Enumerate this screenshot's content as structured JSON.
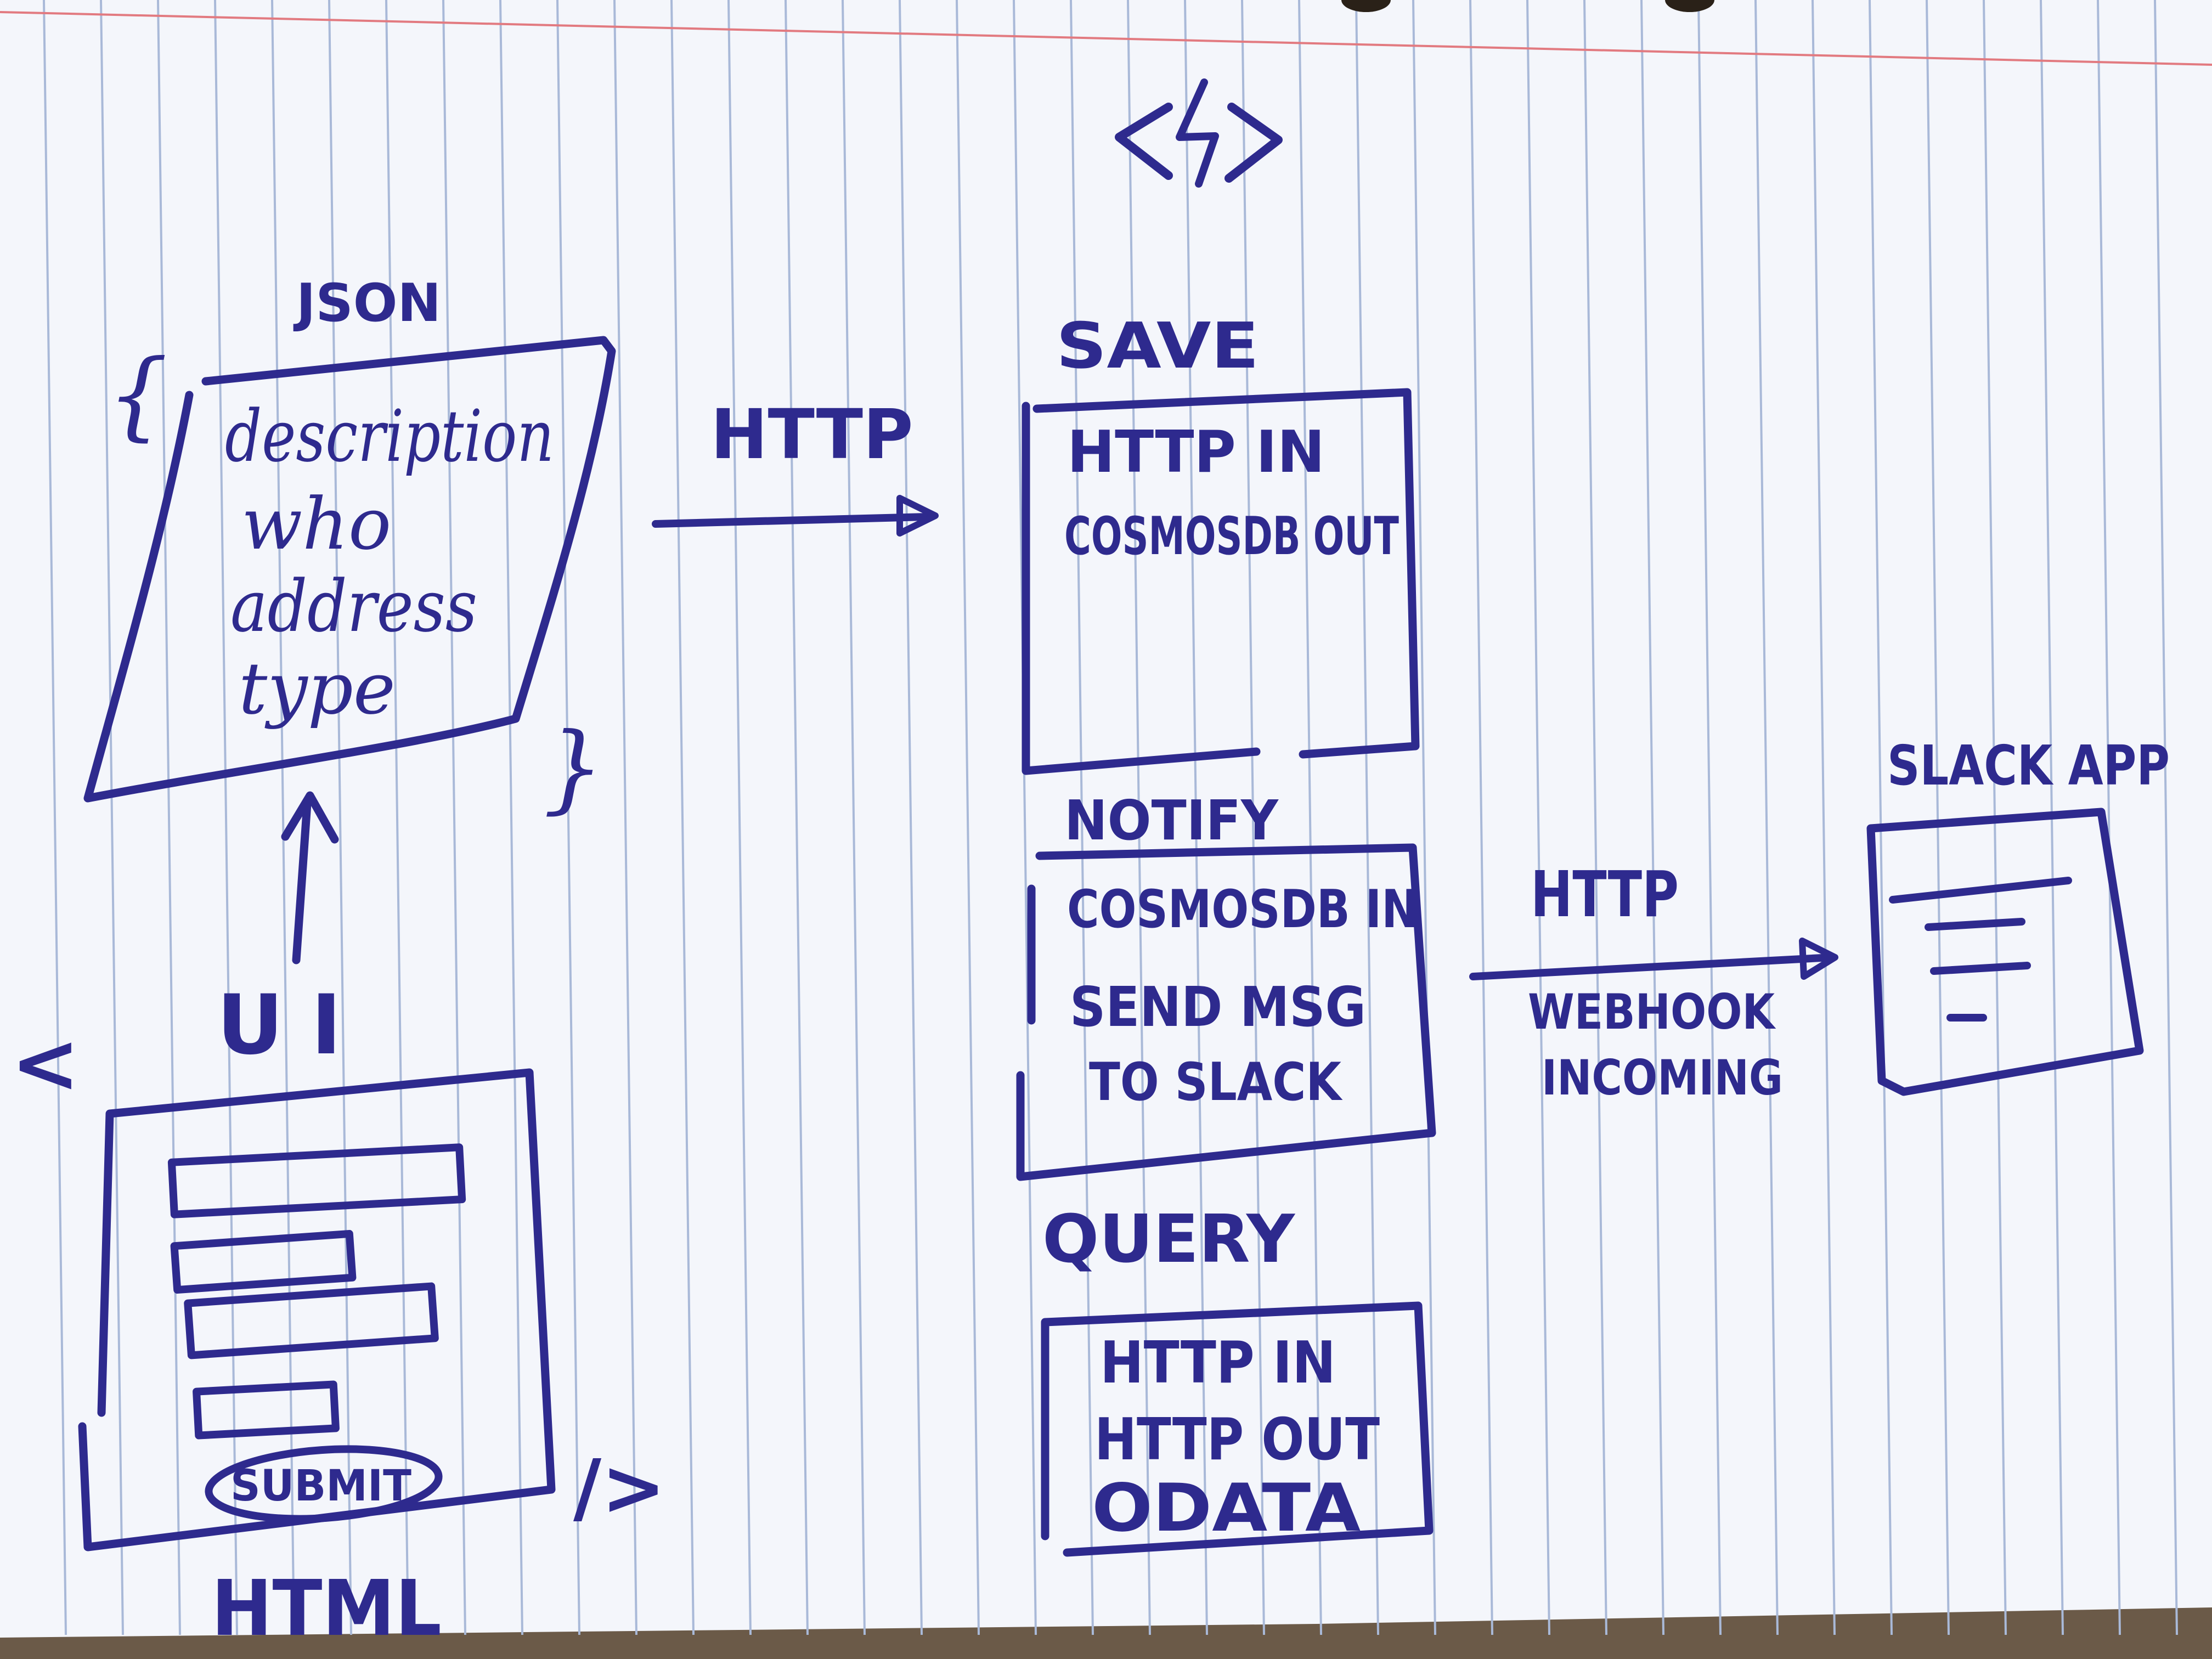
{
  "code_icon_label": "</>",
  "json_block": {
    "title": "JSON",
    "open_brace": "{",
    "close_brace": "}",
    "fields": [
      "description",
      "who",
      "address",
      "type"
    ]
  },
  "http_arrow_1": {
    "label": "HTTP"
  },
  "ui_label": "UI",
  "html_block": {
    "open_tag": "<",
    "close_tag": "/>",
    "submit_label": "SUBMIT",
    "title": "HTML"
  },
  "save_function": {
    "title": "SAVE",
    "lines": [
      "HTTP IN",
      "COSMOSDB OUT"
    ]
  },
  "notify_function": {
    "title": "NOTIFY",
    "lines": [
      "COSMOSDB IN",
      "SEND MSG",
      "TO SLACK"
    ]
  },
  "http_arrow_2": {
    "label": "HTTP",
    "sublabel_lines": [
      "WEBHOOK",
      "INCOMING"
    ]
  },
  "slack_app": {
    "title": "SLACK APP"
  },
  "query_function": {
    "title": "QUERY",
    "lines": [
      "HTTP IN",
      "HTTP OUT",
      "ODATA"
    ]
  },
  "colors": {
    "ink": "#2e2a8e",
    "paper": "#f4f6fb",
    "rule_line": "#a9b9d8",
    "margin_line": "#e27a80",
    "table": "#6b5a48"
  }
}
